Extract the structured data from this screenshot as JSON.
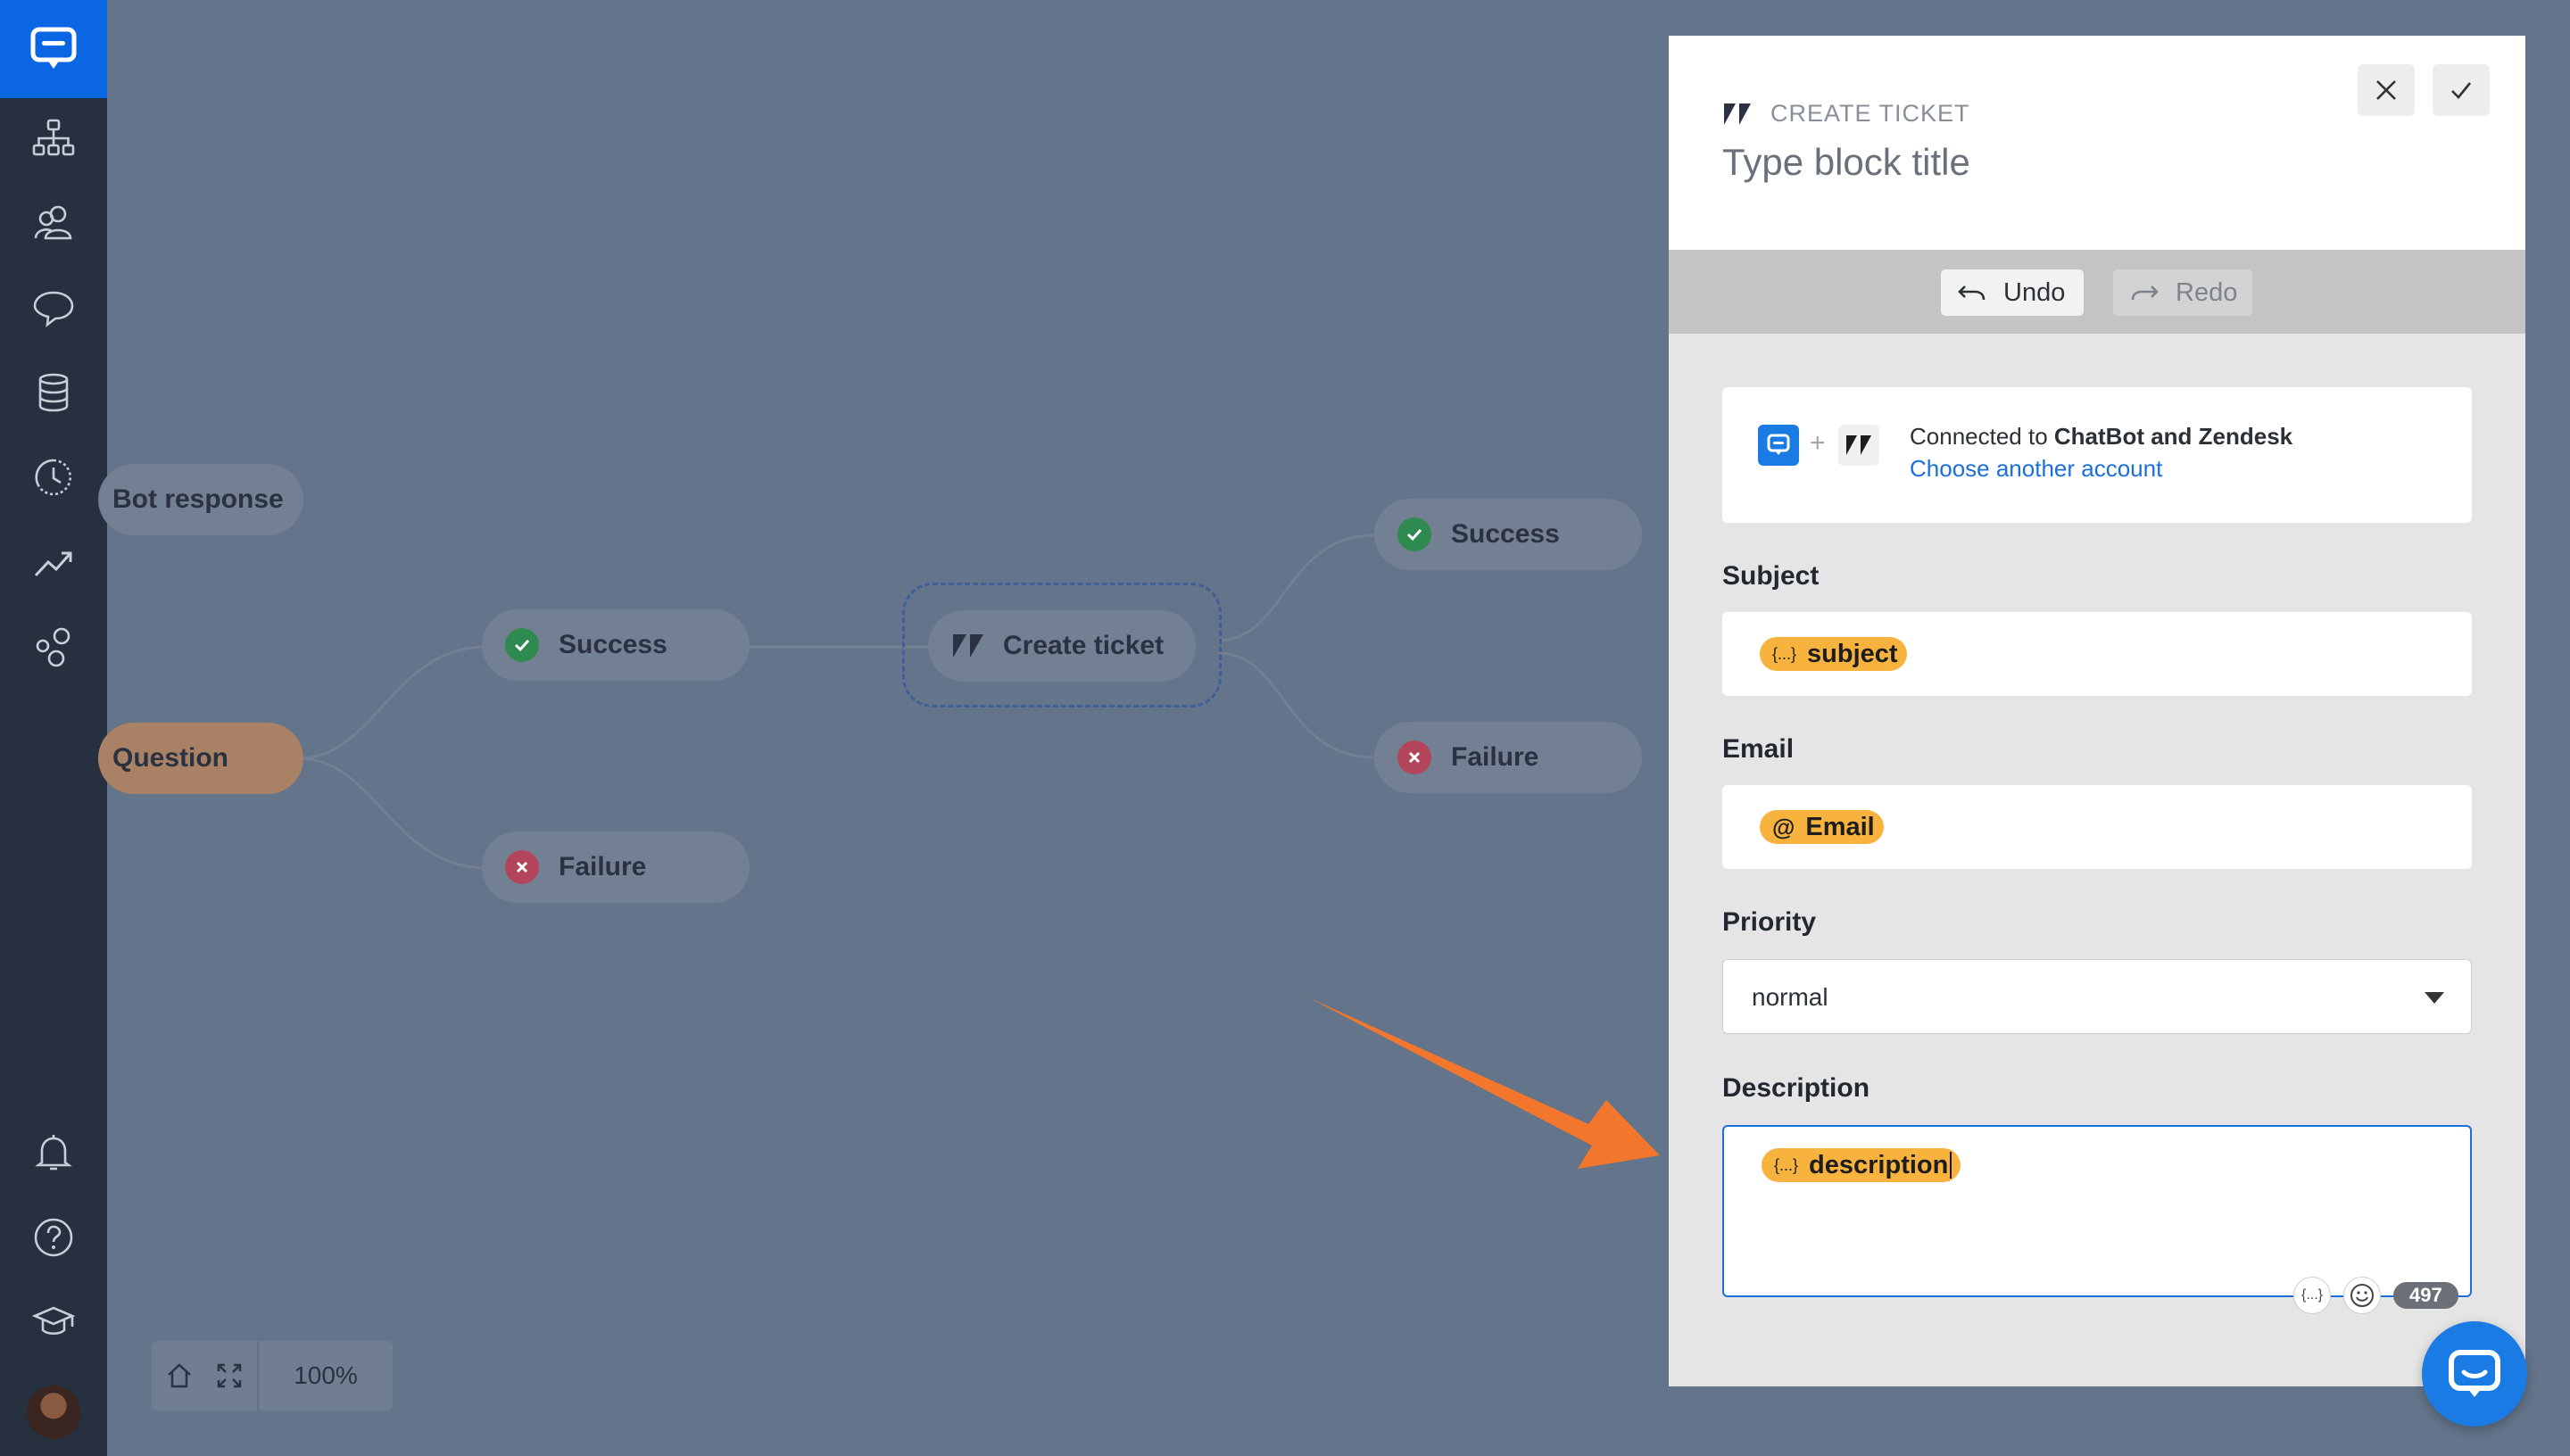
{
  "app": {
    "nav": [
      {
        "name": "flows-icon"
      },
      {
        "name": "audience-icon"
      },
      {
        "name": "chats-icon"
      },
      {
        "name": "data-icon"
      },
      {
        "name": "history-icon"
      },
      {
        "name": "reports-icon"
      },
      {
        "name": "integrations-icon"
      },
      {
        "name": "notifications-icon"
      },
      {
        "name": "help-icon"
      },
      {
        "name": "academy-icon"
      }
    ],
    "accent": "#0b66e4"
  },
  "canvas": {
    "nodes": {
      "bot_response": "Bot response",
      "question": "Question",
      "success_left": "Success",
      "failure_left": "Failure",
      "create_ticket": "Create ticket",
      "success_right": "Success",
      "failure_right": "Failure"
    },
    "zoom_level": "100%"
  },
  "panel": {
    "type_label": "CREATE TICKET",
    "title_placeholder": "Type block title",
    "undo_label": "Undo",
    "redo_label": "Redo",
    "connection": {
      "prefix": "Connected to ",
      "accounts": "ChatBot and Zendesk",
      "plus": "+",
      "change_link": "Choose another account"
    },
    "fields": {
      "subject_label": "Subject",
      "subject_chip": "subject",
      "email_label": "Email",
      "email_chip": "Email",
      "email_chip_icon": "@",
      "priority_label": "Priority",
      "priority_value": "normal",
      "description_label": "Description",
      "description_chip": "description",
      "variable_icon": "{...}",
      "char_counter": "497"
    }
  }
}
